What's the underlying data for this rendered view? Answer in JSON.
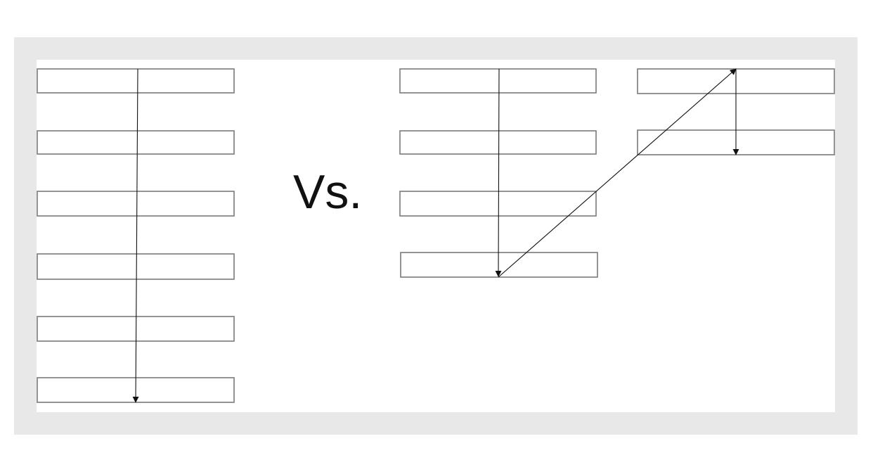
{
  "diagram": {
    "separator_text": "Vs.",
    "colors": {
      "frame_background": "#e8e8e8",
      "box_stroke": "#7a7a7a",
      "arrow": "#111111"
    },
    "left_layout": {
      "description_free": true,
      "box_count": 6
    },
    "right_layout": {
      "column_count": 2,
      "column_box_counts": [
        4,
        2
      ]
    }
  }
}
